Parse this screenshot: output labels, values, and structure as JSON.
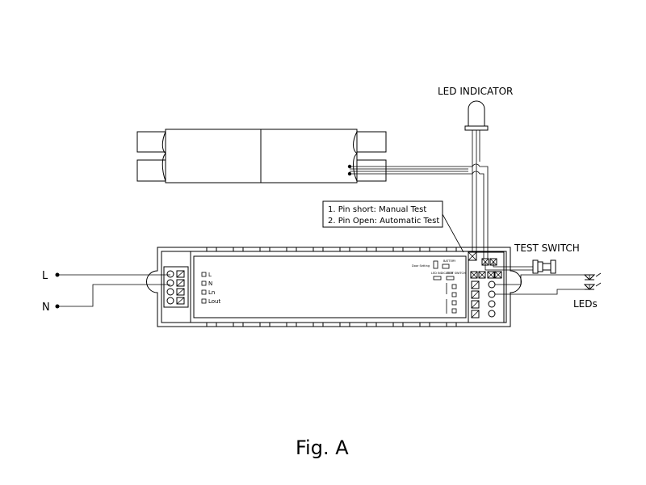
{
  "labels": {
    "led_indicator": "LED INDICATOR",
    "test_switch": "TEST SWITCH",
    "leds": "LEDs",
    "line_l": "L",
    "line_n": "N",
    "note_line1": "1. Pin short: Manual Test",
    "note_line2": "2. Pin Open: Automatic Test",
    "figure_caption": "Fig. A"
  },
  "driver_terminals": {
    "left": [
      "L",
      "N",
      "Ln",
      "Lout"
    ],
    "right_top_labels": [
      "Door Setting",
      "BATTERY",
      "LED INDICATOR",
      "TEST SWITCH"
    ]
  }
}
